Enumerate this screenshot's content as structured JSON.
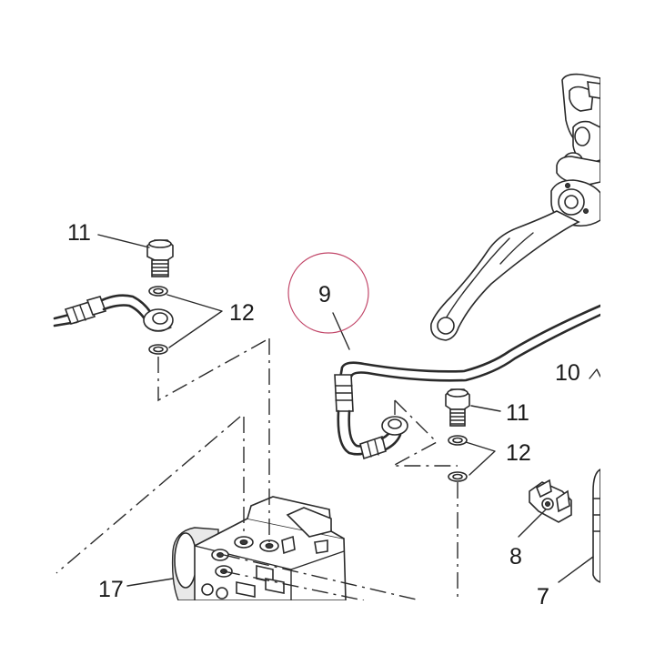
{
  "diagram": {
    "callouts": [
      {
        "id": "left-bolt",
        "text": "11"
      },
      {
        "id": "left-washers",
        "text": "12"
      },
      {
        "id": "brake-line",
        "text": "9"
      },
      {
        "id": "right-bolt",
        "text": "11"
      },
      {
        "id": "right-washers",
        "text": "12"
      },
      {
        "id": "lever-assembly",
        "text": "10"
      },
      {
        "id": "clip",
        "text": "8"
      },
      {
        "id": "reservoir",
        "text": "7"
      },
      {
        "id": "abs-unit",
        "text": "17"
      }
    ],
    "highlight_color": "#c2486a"
  }
}
